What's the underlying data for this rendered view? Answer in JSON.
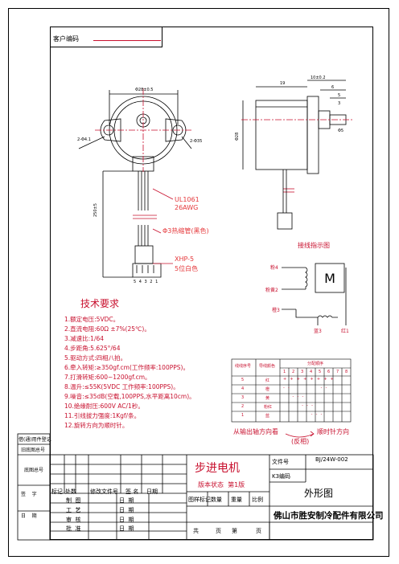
{
  "header": {
    "customer_code_label": "客户编码"
  },
  "drawing": {
    "dims": {
      "w1": "Φ28±0.5",
      "dia_left": "2-Φ4.1",
      "hole_right": "2-Φ35",
      "lead_len": "250±5",
      "side_19": "19",
      "side_10": "10±0.2",
      "side_6": "6",
      "side_5": "5",
      "side_3": "3",
      "side_h": "Φ28",
      "side_shaft": "Φ5"
    },
    "wire_label1": "UL1061",
    "wire_label2": "26AWG",
    "tube_label": "Φ3热缩管(黑色)",
    "conn_label1": "XHP-5",
    "conn_label2": "5位白色",
    "pins": "5 4 3 2 1",
    "wiring_title": "接线指示图",
    "wiring": {
      "pink": "粉4",
      "yellow": "粉黄2",
      "orange": "橙3",
      "blue": "蓝3",
      "red": "红1"
    }
  },
  "tech": {
    "title": "技术要求",
    "items": [
      "1.额定电压:5VDC。",
      "2.直流电阻:60Ω  ±7%(25℃)。",
      "3.减速比:1/64",
      "4.步距角:5.625°/64",
      "5.驱动方式:四相八拍。",
      "6.牵入转矩:≥350gf.cm(工作频率:100PPS)。",
      "7.打滑转矩:600~1200gf.cm。",
      "8.温升:≤55K(5VDC 工作频率:100PPS)。",
      "9.噪音:≤35dB(空载,100PPS,水平距离10cm)。",
      "10.绝缘耐压:600V AC/1秒。",
      "11.引线拔力强度:1Kgf/条。",
      "12.旋转方向为顺时针。"
    ]
  },
  "seq_table": {
    "col1": "线线序号",
    "col2": "导线颜色",
    "col3": "分配顺序",
    "steps": [
      "1",
      "2",
      "3",
      "4",
      "5",
      "6",
      "7",
      "8"
    ],
    "rows": [
      {
        "no": "5",
        "color": "红",
        "marks": "+ + + + + + + +"
      },
      {
        "no": "4",
        "color": "橙",
        "marks": "- -             - -"
      },
      {
        "no": "3",
        "color": "黄",
        "marks": "    - - -"
      },
      {
        "no": "2",
        "color": "粉红",
        "marks": "        - - -"
      },
      {
        "no": "1",
        "color": "蓝",
        "marks": "            - - -"
      }
    ]
  },
  "rotation": {
    "text": "从输出轴方向看",
    "cw": "顺时针方向",
    "reverse": "(反相)"
  },
  "left_panel": {
    "ref_reg": "借(通)用件登记",
    "old_base": "旧底图总号",
    "base_no": "底图总号",
    "sign": "签    字",
    "date": "日    期"
  },
  "title_block": {
    "title": "步进电机",
    "version": "版本状态  第1版",
    "file_no_label": "文件号",
    "file_no": "BJ/24W-002",
    "k3_label": "K3编码",
    "drawing_type": "外形图",
    "company": "佛山市胜安制冷配件有限公司",
    "rev_header": [
      "标记",
      "处数",
      "修改文件号",
      "签 名",
      "日期"
    ],
    "roles": [
      "制  图",
      "工  艺",
      "审  核",
      "批  准"
    ],
    "date_label": "日  期",
    "meta": [
      "图样标记",
      "数量",
      "重量",
      "比例"
    ],
    "total": "共",
    "page1": "页",
    "seq": "第",
    "page2": "页"
  }
}
